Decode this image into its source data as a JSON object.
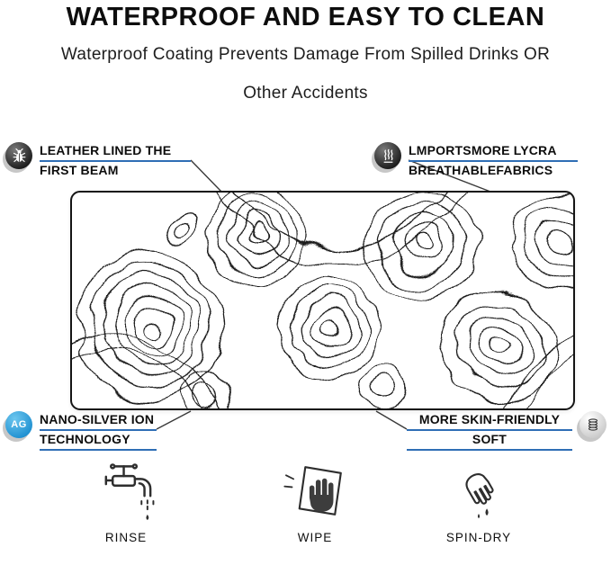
{
  "header": {
    "title": "WATERPROOF AND EASY TO CLEAN",
    "subtitle_line1": "Waterproof Coating Prevents Damage From Spilled Drinks OR",
    "subtitle_line2": "Other Accidents"
  },
  "callouts": {
    "top_left": {
      "line1": "LEATHER LINED THE",
      "line2": "FIRST BEAM",
      "icon": "bug-icon"
    },
    "top_right": {
      "line1": "LMPORTSMORE LYCRA",
      "line2": "BREATHABLEFABRICS",
      "icon": "breathable-fabric-icon"
    },
    "bottom_left": {
      "line1": "NANO-SILVER ION",
      "line2": "TECHNOLOGY",
      "icon": "nano-silver-icon",
      "icon_text": "AG"
    },
    "bottom_right": {
      "line1": "MORE SKIN-FRIENDLY",
      "line2": "SOFT",
      "icon": "soft-coil-icon"
    }
  },
  "features": [
    {
      "label": "RINSE",
      "icon": "faucet-icon"
    },
    {
      "label": "WIPE",
      "icon": "wipe-cloth-icon"
    },
    {
      "label": "SPIN-DRY",
      "icon": "hand-shake-drop-icon"
    }
  ],
  "colors": {
    "accent-blue": "#2f6eb5",
    "ag-blue": "#1e8fd0",
    "ink": "#111111",
    "line-gray": "#4a4a4a"
  }
}
